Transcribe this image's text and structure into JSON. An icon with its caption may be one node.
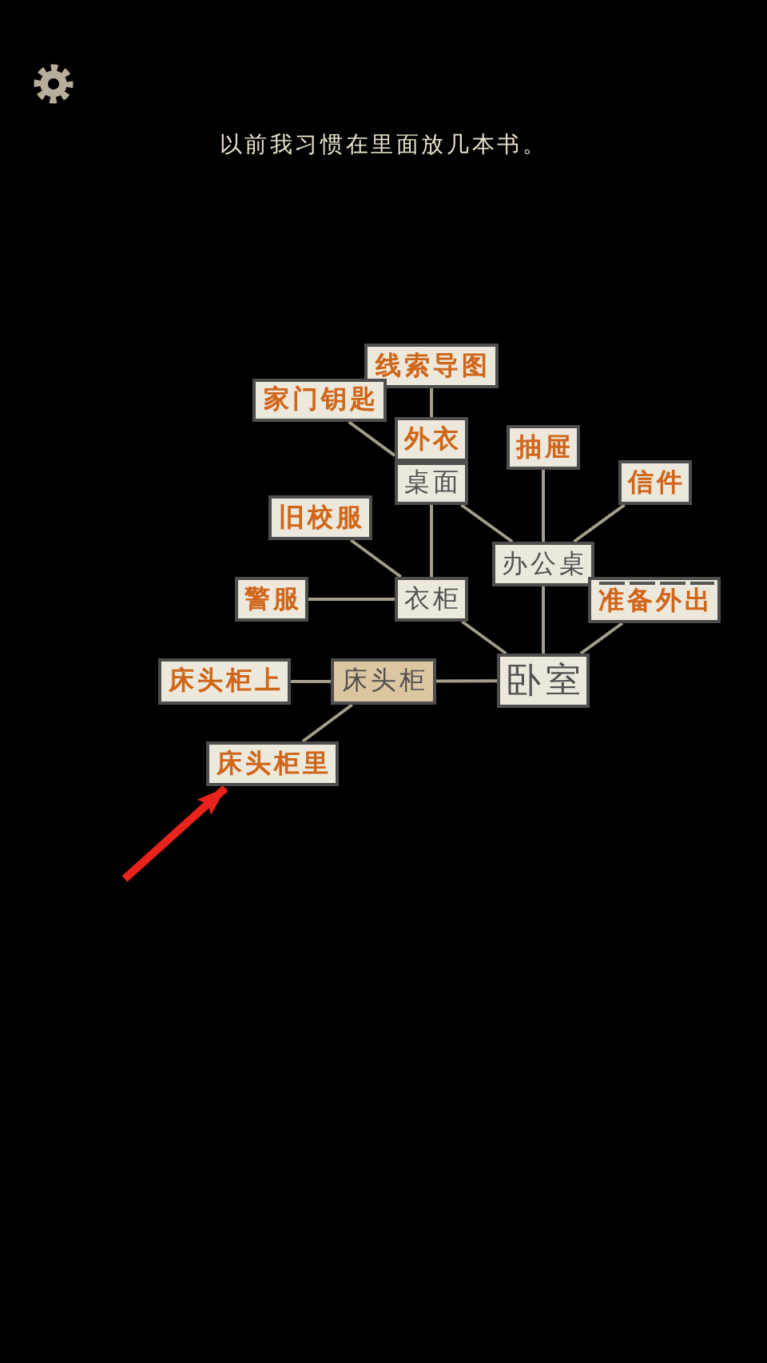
{
  "diagram": {
    "nodes": [
      {
        "text": [
          "线索导图"
        ]
      },
      {
        "text": [
          "家门钥匙"
        ]
      },
      {
        "text": [
          "外衣"
        ]
      },
      {
        "text": [
          "桌面"
        ]
      },
      {
        "text": [
          "抽屉"
        ]
      },
      {
        "text": [
          "信件"
        ]
      },
      {
        "text": [
          "旧校服"
        ]
      },
      {
        "text": [
          "办公桌"
        ]
      },
      {
        "text": [
          "警服"
        ]
      },
      {
        "text": [
          "衣柜"
        ]
      },
      {
        "text": [
          "准备外出"
        ]
      },
      {
        "text": [
          "床头柜上"
        ]
      },
      {
        "text": [
          "床头柜"
        ]
      },
      {
        "text": [
          "卧室"
        ]
      },
      {
        "text": [
          "床头柜里"
        ]
      }
    ],
    "edges": [
      {
        "from": 0,
        "to": 2,
        "arrow": "none"
      },
      {
        "from": 1,
        "to": 2,
        "arrow": "none"
      },
      {
        "from": 3,
        "to": 7,
        "arrow": "none"
      },
      {
        "from": 4,
        "to": 7,
        "arrow": "none"
      },
      {
        "from": 5,
        "to": 7,
        "arrow": "none"
      },
      {
        "from": 3,
        "to": 9,
        "arrow": "none"
      },
      {
        "from": 6,
        "to": 9,
        "arrow": "none"
      },
      {
        "from": 7,
        "to": 13,
        "arrow": "none"
      },
      {
        "from": 8,
        "to": 9,
        "arrow": "none"
      },
      {
        "from": 9,
        "to": 13,
        "arrow": "none"
      },
      {
        "from": 10,
        "to": 13,
        "arrow": "none"
      },
      {
        "from": 11,
        "to": 12,
        "arrow": "none"
      },
      {
        "from": 12,
        "to": 13,
        "arrow": "none"
      },
      {
        "from": 12,
        "to": 14,
        "arrow": "none"
      },
      {
        "from": null,
        "to": 14,
        "arrow": "to",
        "style": "thick",
        "color": "#e8231c"
      }
    ],
    "labels": [
      "以前我习惯在里面放几本书。"
    ]
  }
}
